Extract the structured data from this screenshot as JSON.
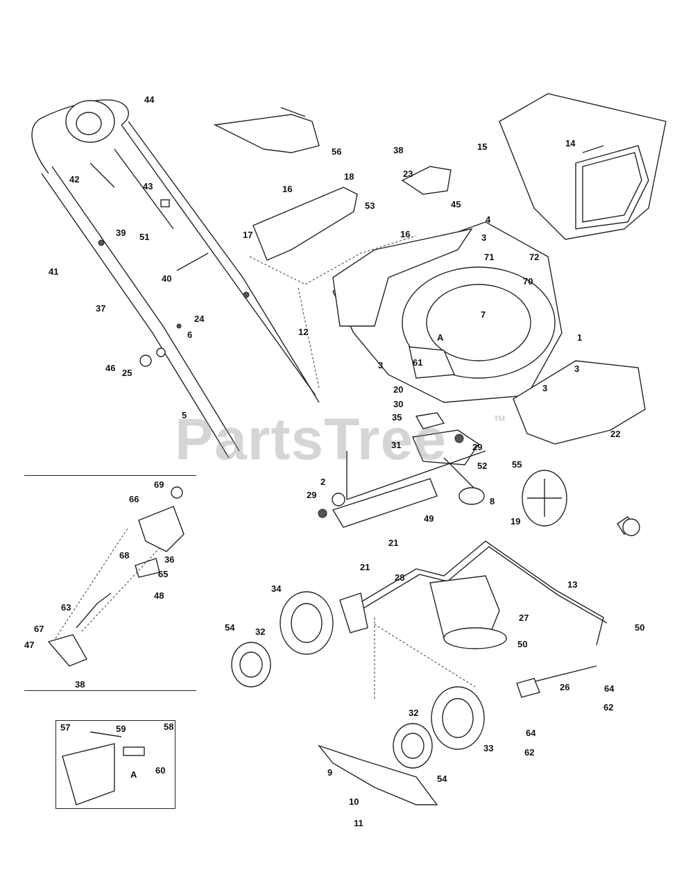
{
  "watermark": "PartsTree",
  "trademark": "TM",
  "callouts": [
    "1",
    "2",
    "3",
    "4",
    "5",
    "6",
    "7",
    "8",
    "9",
    "10",
    "11",
    "12",
    "13",
    "14",
    "15",
    "16",
    "17",
    "18",
    "19",
    "20",
    "21",
    "22",
    "23",
    "24",
    "25",
    "26",
    "27",
    "28",
    "29",
    "30",
    "31",
    "32",
    "33",
    "34",
    "35",
    "36",
    "37",
    "38",
    "39",
    "40",
    "41",
    "42",
    "43",
    "44",
    "45",
    "46",
    "47",
    "48",
    "49",
    "50",
    "51",
    "52",
    "53",
    "54",
    "55",
    "56",
    "57",
    "58",
    "59",
    "60",
    "61",
    "62",
    "63",
    "64",
    "65",
    "66",
    "67",
    "68",
    "69",
    "70",
    "71",
    "72"
  ],
  "section_marks": [
    "A",
    "A"
  ],
  "colors": {
    "ink": "#222222",
    "watermark": "#969696",
    "background": "#ffffff"
  }
}
